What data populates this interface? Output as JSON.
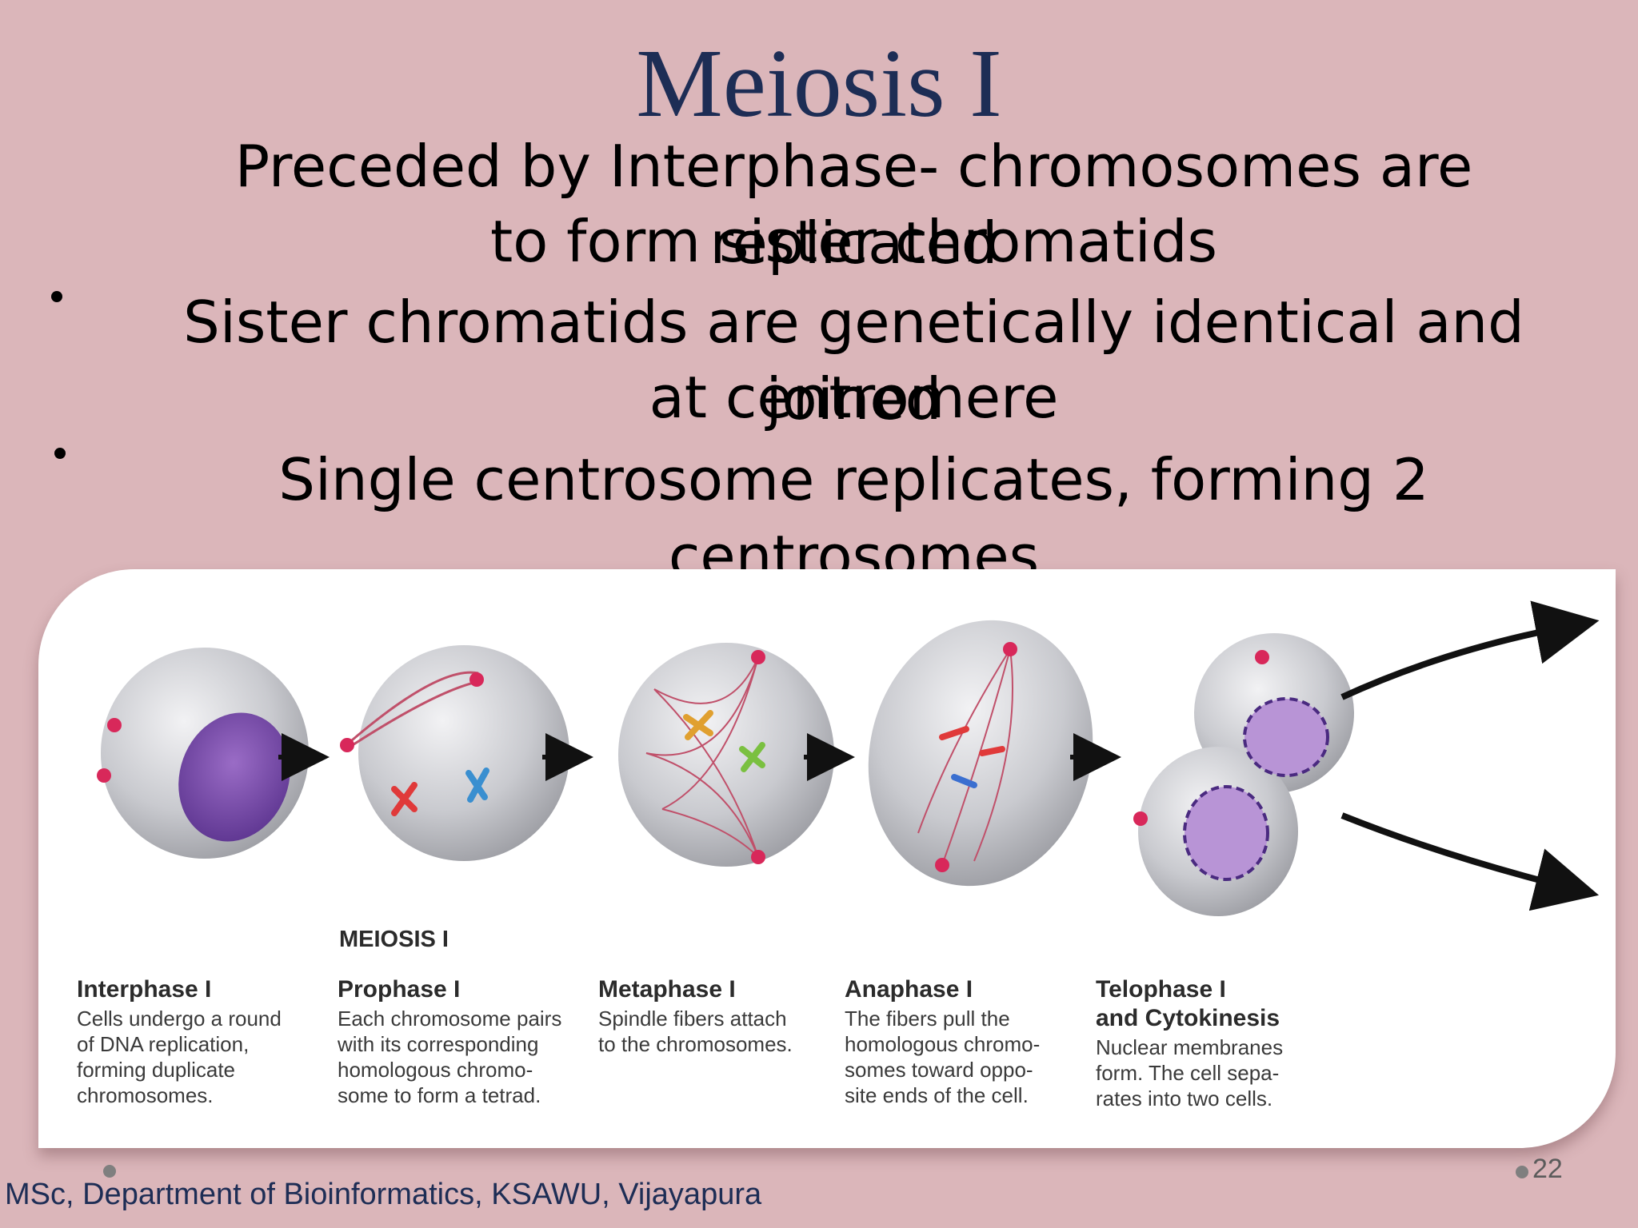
{
  "slide": {
    "title": "Meiosis I",
    "bullets": [
      {
        "line1": "Preceded by Interphase- chromosomes are replicated",
        "line2": "to form sister chromatids"
      },
      {
        "line1": "Sister chromatids are genetically identical and joined",
        "line2": "at centromere"
      },
      {
        "line1": "Single centrosome replicates, forming 2 centrosomes",
        "line2": ""
      }
    ],
    "footer": "MSc, Department of Bioinformatics, KSAWU, Vijayapura",
    "page_number": "22"
  },
  "figure": {
    "heading": "MEIOSIS I",
    "stages": [
      {
        "title": "Interphase I",
        "description": "Cells undergo a round\nof DNA replication,\nforming duplicate\nchromosomes."
      },
      {
        "title": "Prophase I",
        "description": "Each chromosome pairs\nwith its corresponding\nhomologous chromo-\nsome to form a tetrad."
      },
      {
        "title": "Metaphase I",
        "description": "Spindle fibers attach\nto the chromosomes."
      },
      {
        "title": "Anaphase I",
        "description": "The fibers pull the\nhomologous chromo-\nsomes toward oppo-\nsite ends of the cell."
      },
      {
        "title": "Telophase I\nand Cytokinesis",
        "description": "Nuclear membranes\nform. The cell sepa-\nrates into two cells."
      }
    ]
  },
  "colors": {
    "background": "#dbb6ba",
    "title": "#1d2d55",
    "nucleus": "#7a4aa8",
    "spindle": "#c0506a"
  }
}
